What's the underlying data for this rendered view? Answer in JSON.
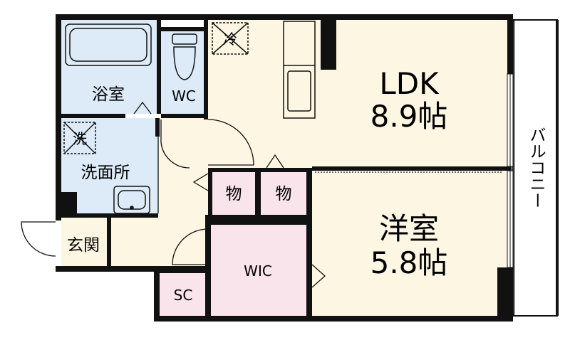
{
  "rooms": {
    "ldk": {
      "label": "LDK",
      "size": "8.9帖"
    },
    "western": {
      "label": "洋室",
      "size": "5.8帖"
    },
    "bath": {
      "label": "浴室"
    },
    "wc": {
      "label": "WC"
    },
    "washroom": {
      "label": "洗面所"
    },
    "storage1": {
      "label": "物"
    },
    "storage2": {
      "label": "物"
    },
    "entrance": {
      "label": "玄関"
    },
    "wic": {
      "label": "WIC"
    },
    "sc": {
      "label": "SC"
    },
    "balcony": {
      "label": "バルコニー"
    }
  },
  "symbols": {
    "fridge": {
      "label": "冷"
    },
    "washer": {
      "label": "洗"
    }
  },
  "colors": {
    "wall": "#111111",
    "wet_area": "#dcebf7",
    "living": "#fdf6e2",
    "wic": "#f9e4ec",
    "balcony": "#ffffff"
  }
}
